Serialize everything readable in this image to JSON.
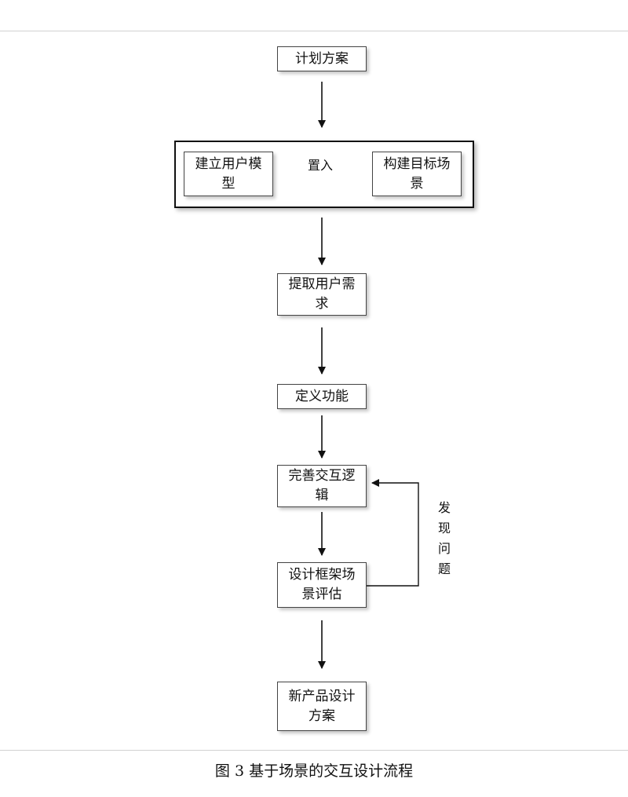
{
  "nodes": {
    "plan": "计划方案",
    "user_model": "建立用户模型",
    "target_scene": "构建目标场景",
    "extract_req": "提取用户需求",
    "define_func": "定义功能",
    "refine_logic": "完善交互逻辑",
    "evaluate": "设计框架场景评估",
    "new_design": "新产品设计方案"
  },
  "edge_labels": {
    "put_in": "置入",
    "found_issue": "发现问题"
  },
  "caption": "图 3 基于场景的交互设计流程"
}
